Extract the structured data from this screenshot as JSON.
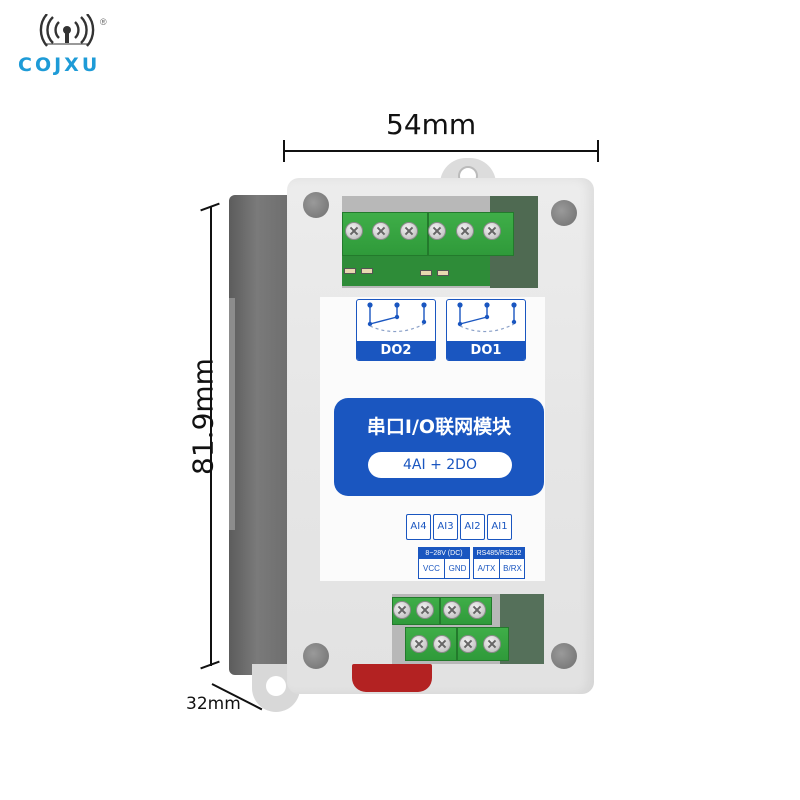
{
  "brand": {
    "name": "COJXU",
    "registered_mark": "®",
    "icon": "antenna-broadcast-icon",
    "color": "#1e9bd7"
  },
  "dimensions": {
    "width": "54mm",
    "height": "81.9mm",
    "depth": "32mm"
  },
  "product": {
    "title": "串口I/O联网模块",
    "subtitle": "4AI + 2DO",
    "accent_color": "#1a56c0",
    "terminal_color": "#36a443",
    "din_clip_color": "#b32222",
    "outputs": [
      {
        "label": "DO2",
        "icon": "relay-switch-icon"
      },
      {
        "label": "DO1",
        "icon": "relay-switch-icon"
      }
    ],
    "analog_inputs": [
      "AI4",
      "AI3",
      "AI2",
      "AI1"
    ],
    "power_group": {
      "header": "8~28V (DC)",
      "pins": [
        "VCC",
        "GND"
      ]
    },
    "serial_group": {
      "header": "RS485/RS232",
      "pins": [
        "A/TX",
        "B/RX"
      ]
    }
  }
}
